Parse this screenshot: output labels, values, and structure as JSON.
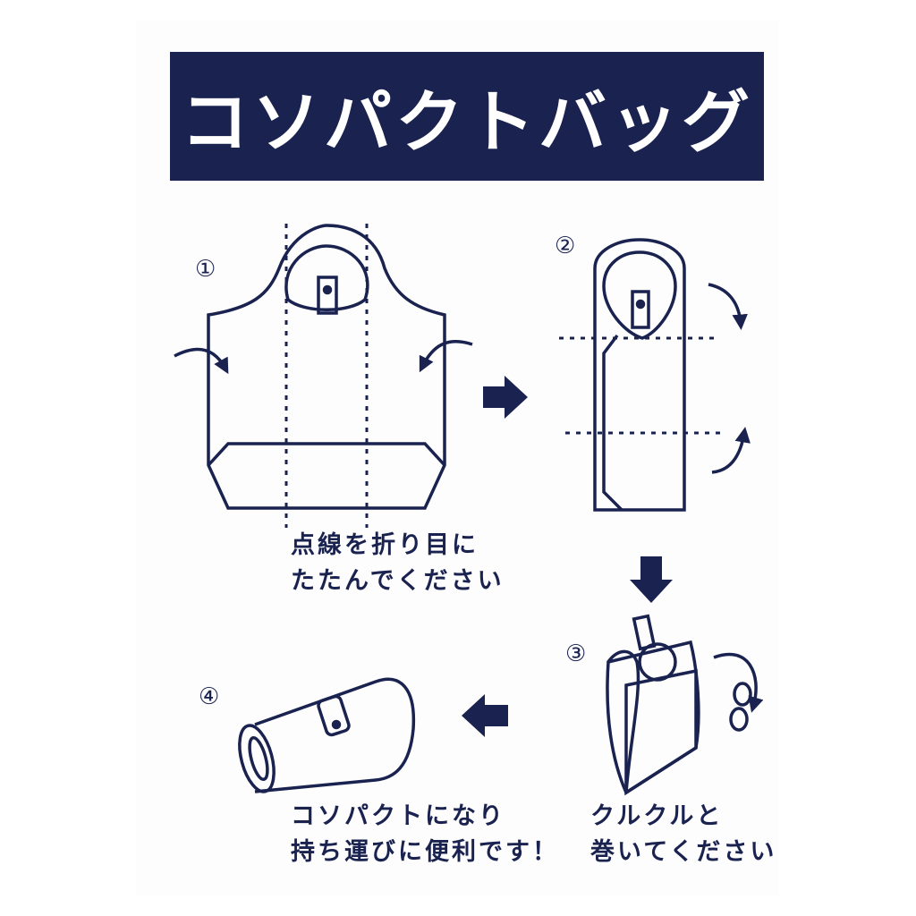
{
  "title": "コソパクトバッグ",
  "colors": {
    "ink": "#1a2250",
    "background": "#ffffff"
  },
  "steps": [
    {
      "number": "①",
      "caption_lines": [
        "点線を折り目に",
        "たたんでください"
      ]
    },
    {
      "number": "②",
      "caption_lines": []
    },
    {
      "number": "③",
      "caption_lines": [
        "クルクルと",
        "巻いてください"
      ]
    },
    {
      "number": "④",
      "caption_lines": [
        "コソパクトになり",
        "持ち運びに便利です！"
      ]
    }
  ],
  "icons": {
    "flow_arrows": [
      "arrow-right-icon",
      "arrow-down-icon",
      "arrow-left-icon"
    ],
    "fold_arrows": [
      "curved-arrow-icon"
    ]
  }
}
